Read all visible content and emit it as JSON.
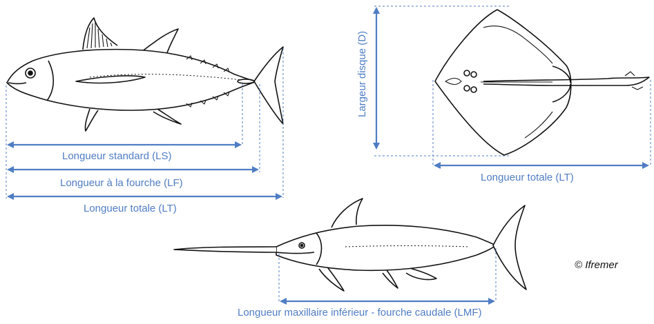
{
  "tuna": {
    "label_ls": "Longueur standard (LS)",
    "label_lf": "Longueur à la fourche (LF)",
    "label_lt": "Longueur totale (LT)"
  },
  "ray": {
    "label_d": "Largeur disque (D)",
    "label_lt": "Longueur totale (LT)"
  },
  "swordfish": {
    "label_lmf": "Longueur maxillaire inférieur - fourche caudale (LMF)"
  },
  "credit": "© Ifremer",
  "colors": {
    "measure": "#4f7dc4",
    "outline": "#111111"
  }
}
